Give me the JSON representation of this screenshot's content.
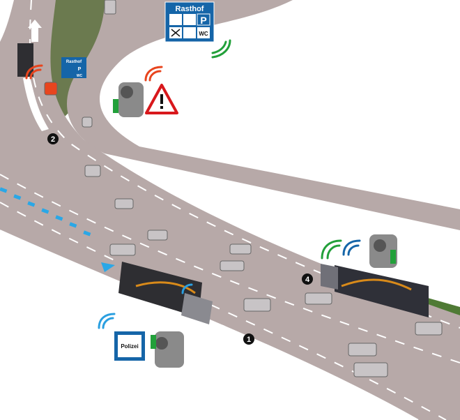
{
  "rest_area_sign": {
    "title": "Rasthof",
    "parking": "P",
    "toilet": "WC",
    "icons": [
      "fuel-pump-icon",
      "truck-icon",
      "parking-icon",
      "restaurant-icon",
      "bed-icon",
      "wc-icon"
    ]
  },
  "small_rest_area_sign": {
    "title": "Rasthof",
    "parking": "P",
    "toilet": "WC"
  },
  "police_sign": {
    "label": "Polizei"
  },
  "markers": {
    "one": "1",
    "two": "2",
    "four": "4"
  },
  "colors": {
    "road": "#b7a9a8",
    "sign_blue": "#1565a8",
    "signal_green": "#22a03a",
    "signal_red": "#e8451e",
    "signal_blue": "#2a9fe0",
    "warning_red": "#d8181c",
    "lane_blue": "#2aa7e6"
  }
}
